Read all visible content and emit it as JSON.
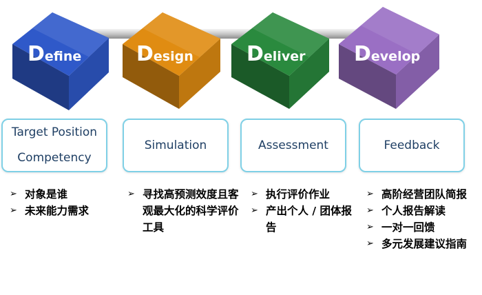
{
  "stages": [
    {
      "initial": "D",
      "rest": "efine",
      "color": "#2f59c9",
      "box_lines": [
        "Target Position",
        "Competency"
      ],
      "items": [
        "对象是谁",
        "未来能力需求"
      ]
    },
    {
      "initial": "D",
      "rest": "esign",
      "color": "#e08c12",
      "box_lines": [
        "Simulation"
      ],
      "items": [
        "寻找高预测效度且客观最大化的科学评价工具"
      ]
    },
    {
      "initial": "D",
      "rest": "eliver",
      "color": "#2a8a3e",
      "box_lines": [
        "Assessment"
      ],
      "items": [
        "执行评价作业",
        "产出个人 / 团体报告"
      ]
    },
    {
      "initial": "D",
      "rest": "evelop",
      "color": "#9a6fc4",
      "box_lines": [
        "Feedback"
      ],
      "items": [
        "高阶经营团队简报",
        "个人报告解读",
        "一对一回馈",
        "多元发展建议指南"
      ]
    }
  ],
  "bullet_icon": "arrowhead-bullet-icon",
  "bullet_glyph": "➢"
}
